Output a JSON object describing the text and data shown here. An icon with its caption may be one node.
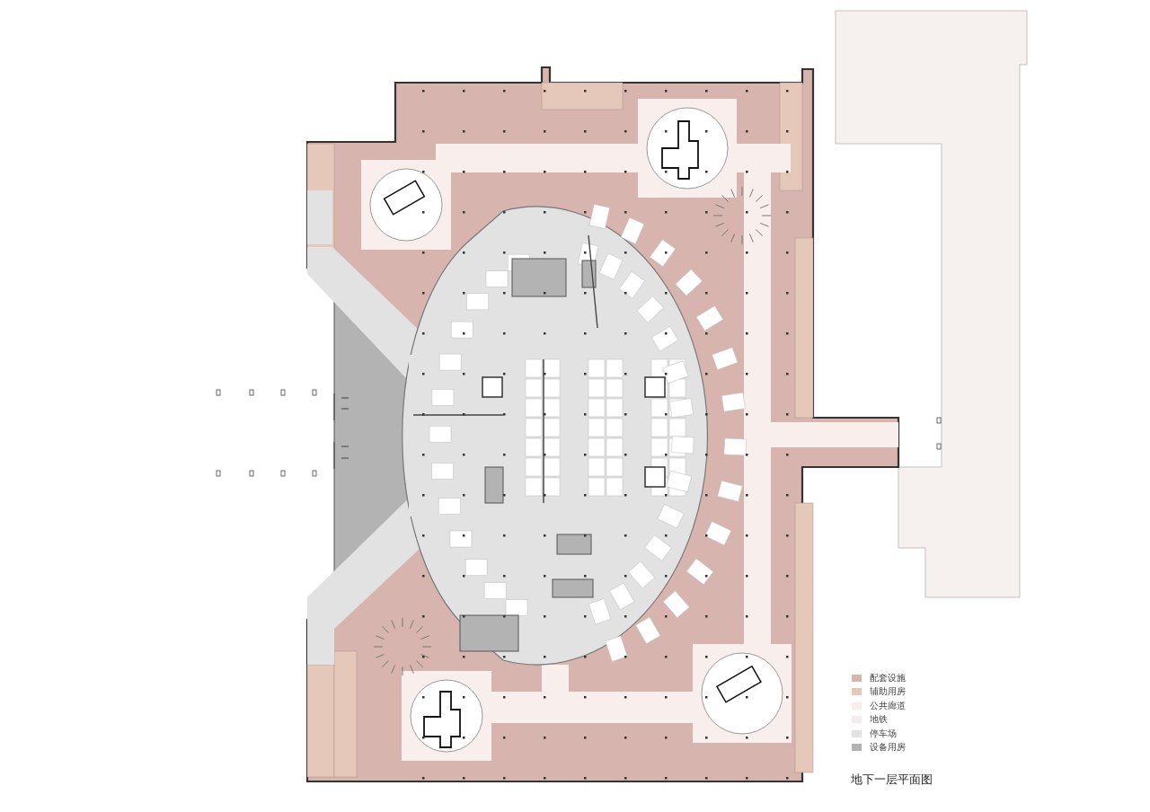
{
  "diagram": {
    "caption": "地下一层平面图",
    "legend": [
      {
        "text": "配套设施",
        "color": "#d8b4ae"
      },
      {
        "text": "辅助用房",
        "color": "#e6c8ba"
      },
      {
        "text": "公共廊道",
        "color": "#f8efec"
      },
      {
        "text": "地铁",
        "color": "#f3ecef"
      },
      {
        "text": "停车场",
        "color": "#e2e2e2"
      },
      {
        "text": "设备用房",
        "color": "#b3b3b3"
      }
    ]
  }
}
